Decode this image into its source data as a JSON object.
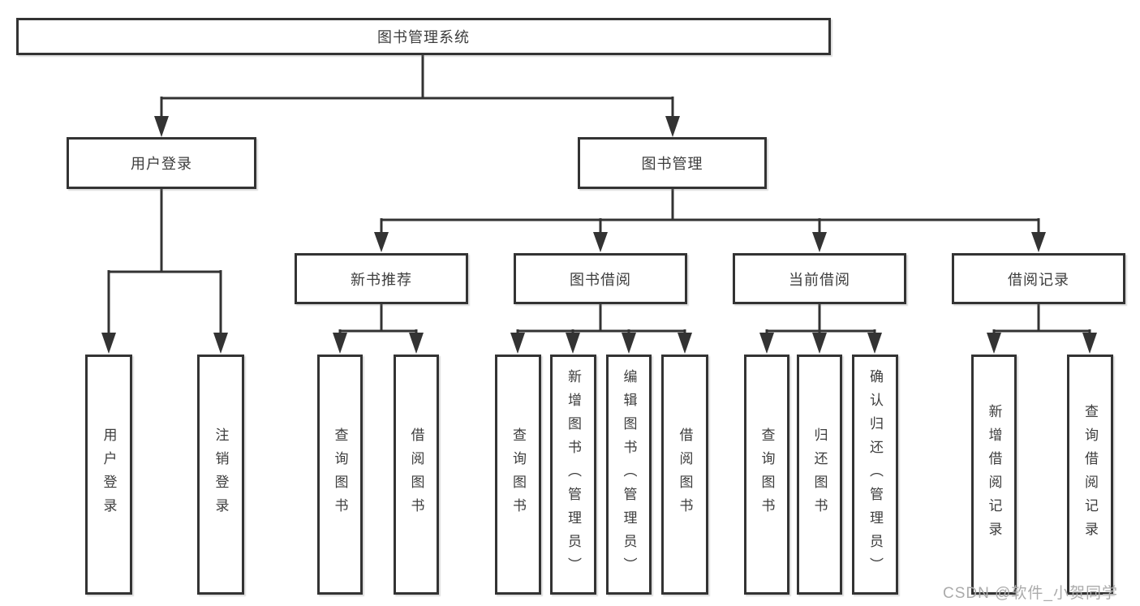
{
  "diagram": {
    "root": {
      "label": "图书管理系统"
    },
    "branches": [
      {
        "label": "用户登录",
        "children": [
          {
            "label": "用户登录"
          },
          {
            "label": "注销登录"
          }
        ]
      },
      {
        "label": "图书管理",
        "children": [
          {
            "label": "新书推荐",
            "children": [
              {
                "label": "查询图书"
              },
              {
                "label": "借阅图书"
              }
            ]
          },
          {
            "label": "图书借阅",
            "children": [
              {
                "label": "查询图书"
              },
              {
                "label": "新增图书（管理员）"
              },
              {
                "label": "编辑图书（管理员）"
              },
              {
                "label": "借阅图书"
              }
            ]
          },
          {
            "label": "当前借阅",
            "children": [
              {
                "label": "查询图书"
              },
              {
                "label": "归还图书"
              },
              {
                "label": "确认归还（管理员）"
              }
            ]
          },
          {
            "label": "借阅记录",
            "children": [
              {
                "label": "新增借阅记录"
              },
              {
                "label": "查询借阅记录"
              }
            ]
          }
        ]
      }
    ],
    "watermark": "CSDN @软件_小贺同学"
  },
  "colors": {
    "line": "#333333",
    "border": "#333333",
    "text": "#3d3d3d",
    "watermark": "#ababab",
    "background": "#ffffff"
  }
}
